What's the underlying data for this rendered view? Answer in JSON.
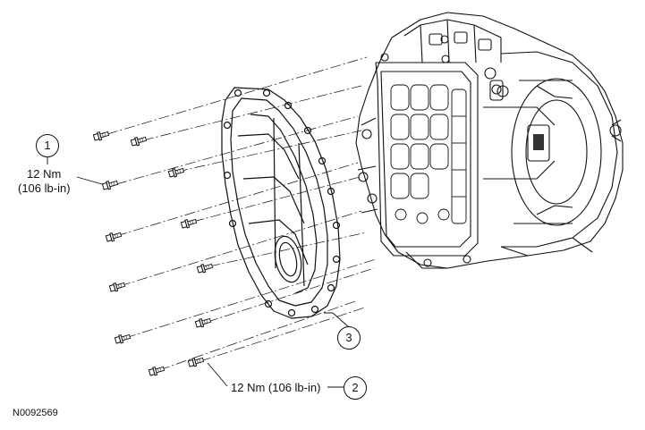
{
  "callouts": [
    {
      "number": "1",
      "torque_line1": "12 Nm",
      "torque_line2": "(106 lb-in)"
    },
    {
      "number": "2",
      "torque": "12 Nm (106 lb-in)"
    },
    {
      "number": "3"
    }
  ],
  "figure_id": "N0092569"
}
